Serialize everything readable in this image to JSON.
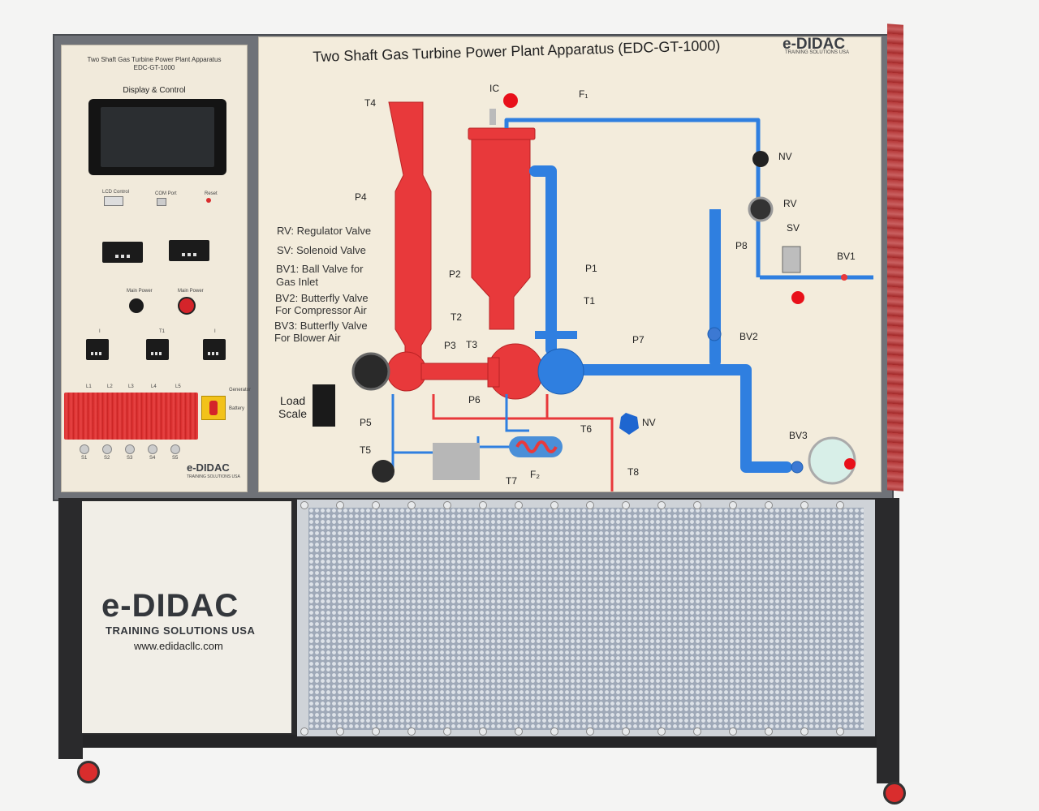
{
  "left_panel": {
    "title": "Two Shaft Gas Turbine Power Plant Apparatus",
    "model": "EDC-GT-1000",
    "display_label": "Display & Control",
    "switch_labels": [
      "LCD Control",
      "COM Port",
      "Reset"
    ],
    "power_labels": [
      "Main Power",
      "Main Power"
    ],
    "meter_labels": [
      "I",
      "T1",
      "I"
    ],
    "relay_labels": [
      "L1",
      "L2",
      "L3",
      "L4",
      "L5"
    ],
    "knob_labels": [
      "S1",
      "S2",
      "S3",
      "S4",
      "S5"
    ],
    "generator_labels": [
      "Generator",
      "Battery"
    ],
    "brand": "e-DIDAC",
    "brand_sub": "TRAINING SOLUTIONS USA"
  },
  "main_panel": {
    "title": "Two Shaft Gas Turbine Power Plant Apparatus (EDC-GT-1000)",
    "brand": "e-DIDAC",
    "brand_sub": "TRAINING SOLUTIONS USA",
    "legend": [
      "RV: Regulator Valve",
      "SV: Solenoid Valve",
      "BV1: Ball Valve for",
      "Gas Inlet",
      "BV2: Butterfly Valve",
      "For Compressor Air",
      "BV3: Butterfly Valve",
      "For Blower Air"
    ],
    "load_scale": [
      "Load",
      "Scale"
    ],
    "labels": {
      "T4": "T4",
      "P4": "P4",
      "IC": "IC",
      "F1": "F₁",
      "NV_top": "NV",
      "RV": "RV",
      "SV": "SV",
      "P8": "P8",
      "BV1": "BV1",
      "P2": "P2",
      "P1": "P1",
      "T1": "T1",
      "T2": "T2",
      "P3": "P3",
      "T3": "T3",
      "P7": "P7",
      "BV2": "BV2",
      "P6": "P6",
      "T6": "T6",
      "NV_mid": "NV",
      "P5": "P5",
      "T5": "T5",
      "BV3": "BV3",
      "T7": "T7",
      "F2": "F₂",
      "T8": "T8"
    }
  },
  "cabinet": {
    "brand": "e-DIDAC",
    "brand_sub": "TRAINING SOLUTIONS USA",
    "url": "www.edidacllc.com"
  },
  "colors": {
    "hot_gas": "#e8393b",
    "cold_air": "#2f7fe0",
    "panel": "#f3ecdc",
    "frame": "#6f7278"
  }
}
